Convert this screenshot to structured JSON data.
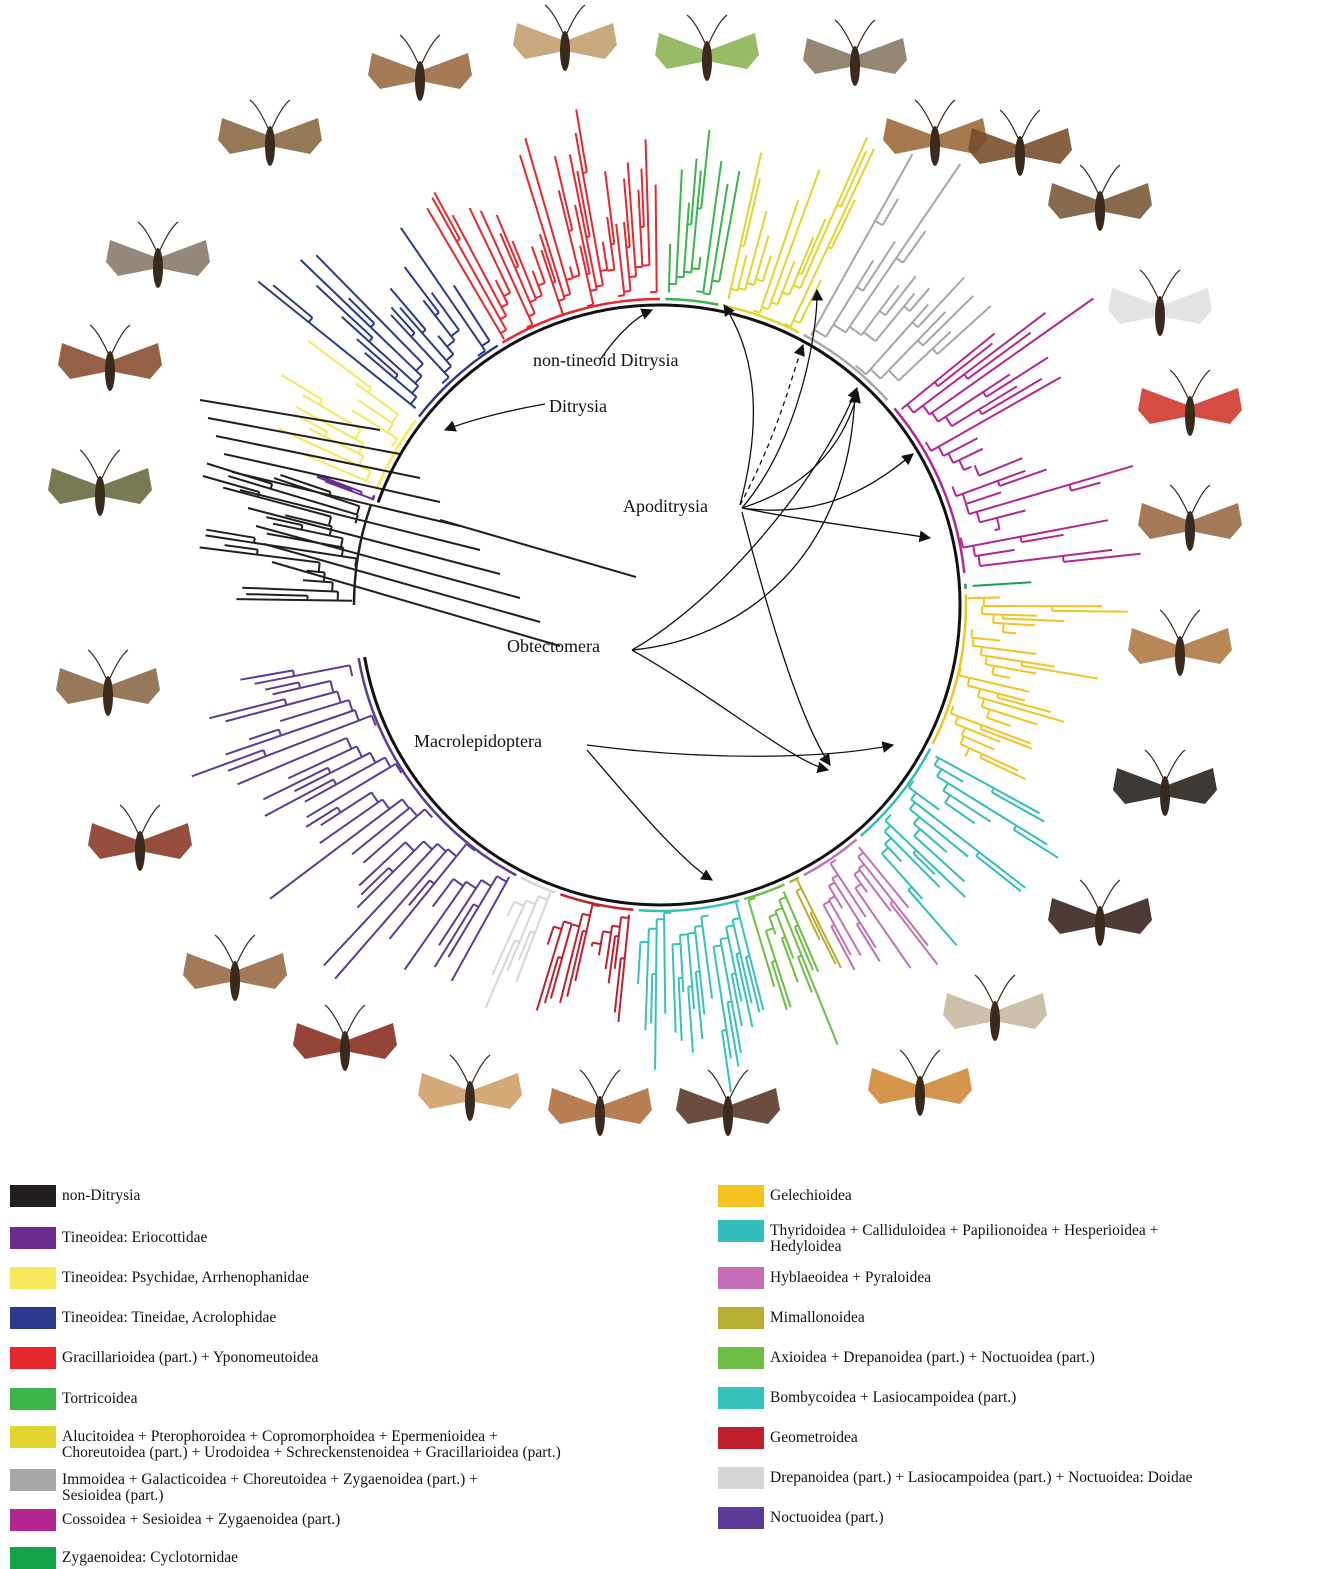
{
  "clade_labels": {
    "non_tineoid_ditrysia": "non-tineoid Ditrysia",
    "ditrysia": "Ditrysia",
    "apoditrysia": "Apoditrysia",
    "obtectomera": "Obtectomera",
    "macrolepidoptera": "Macrolepidoptera"
  },
  "legend_left": [
    {
      "label": "non-Ditrysia",
      "color": "#231f20"
    },
    {
      "label": "Tineoidea: Eriocottidae",
      "color": "#6b2c8e"
    },
    {
      "label": "Tineoidea: Psychidae, Arrhenophanidae",
      "color": "#f5e85a"
    },
    {
      "label": "Tineoidea: Tineidae, Acrolophidae",
      "color": "#2b3a8f"
    },
    {
      "label": "Gracillarioidea (part.) + Yponomeutoidea",
      "color": "#e8262d"
    },
    {
      "label": "Tortricoidea",
      "color": "#3bb449"
    },
    {
      "label": "Alucitoidea + Pterophoroidea + Copromorphoidea + Epermenioidea +\nChoreutoidea (part.) + Urodoidea + Schreckenstenoidea + Gracillarioidea (part.)",
      "color": "#e2d42f"
    },
    {
      "label": "Immoidea + Galacticoidea + Choreutoidea + Zygaenoidea (part.) +\nSesioidea (part.)",
      "color": "#a6a6a6"
    },
    {
      "label": "Cossoidea + Sesioidea + Zygaenoidea (part.)",
      "color": "#b4268f"
    },
    {
      "label": "Zygaenoidea: Cyclotornidae",
      "color": "#14a54a"
    }
  ],
  "legend_right": [
    {
      "label": "Gelechioidea",
      "color": "#f4c322"
    },
    {
      "label": "Thyridoidea + Calliduloidea + Papilionoidea + Hesperioidea +\nHedyloidea",
      "color": "#33bdb8"
    },
    {
      "label": "Hyblaeoidea + Pyraloidea",
      "color": "#c46fb5"
    },
    {
      "label": "Mimallonoidea",
      "color": "#b8ae34"
    },
    {
      "label": "Axioidea + Drepanoidea (part.) + Noctuoidea (part.)",
      "color": "#6cbe45"
    },
    {
      "label": "Bombycoidea + Lasiocampoidea (part.)",
      "color": "#36c1bb"
    },
    {
      "label": "Geometroidea",
      "color": "#c0202e"
    },
    {
      "label": "Drepanoidea (part.) + Lasiocampoidea (part.) + Noctuoidea: Doidae",
      "color": "#d6d6d6"
    },
    {
      "label": "Noctuoidea (part.)",
      "color": "#5b3a98"
    }
  ],
  "colors": {
    "line": "#111111",
    "background": "#ffffff"
  }
}
